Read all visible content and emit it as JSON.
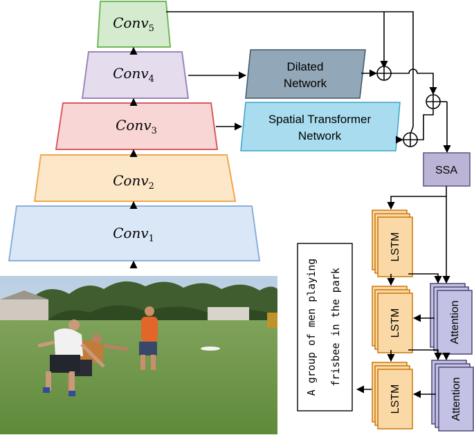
{
  "backbone": {
    "conv5": {
      "base": "Conv",
      "sub": "5"
    },
    "conv4": {
      "base": "Conv",
      "sub": "4"
    },
    "conv3": {
      "base": "Conv",
      "sub": "3"
    },
    "conv2": {
      "base": "Conv",
      "sub": "2"
    },
    "conv1": {
      "base": "Conv",
      "sub": "1"
    }
  },
  "modules": {
    "dilated_line1": "Dilated",
    "dilated_line2": "Network",
    "stn_line1": "Spatial Transformer",
    "stn_line2": "Network",
    "ssa": "SSA"
  },
  "decoder": {
    "lstm": [
      "LSTM",
      "LSTM",
      "LSTM"
    ],
    "attention": [
      "Attention",
      "Attention"
    ]
  },
  "caption": {
    "line1": "A group of men playing",
    "line2": "frisbee in the park"
  },
  "colors": {
    "conv5_fill": "#d5ebcf",
    "conv5_stroke": "#6fb85a",
    "conv4_fill": "#e5dcee",
    "conv4_stroke": "#9b86b8",
    "conv3_fill": "#f9d6d6",
    "conv3_stroke": "#d9595d",
    "conv2_fill": "#fde7c9",
    "conv2_stroke": "#f0a64a",
    "conv1_fill": "#d9e7f6",
    "conv1_stroke": "#8aaedb",
    "dilated_fill": "#92a7b7",
    "stn_fill": "#a9dcef",
    "stn_stroke": "#39a3c9",
    "ssa_fill": "#bcb4d6",
    "lstm_fill": "#fbd9a6",
    "lstm_stroke": "#c8760a",
    "attention_fill": "#c3c2e4",
    "attention_stroke": "#4a4573"
  }
}
